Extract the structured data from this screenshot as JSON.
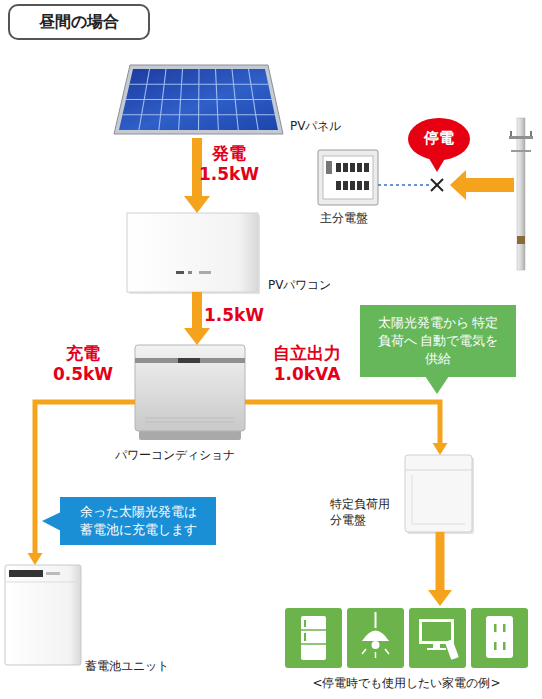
{
  "diagram": {
    "title": "昼間の場合",
    "nodes": [
      {
        "text": [
          "PVパネル"
        ]
      },
      {
        "text": [
          "PVパワコン"
        ]
      },
      {
        "text": [
          "パワーコンディショナ"
        ]
      },
      {
        "text": [
          "蓄電池ユニット"
        ]
      },
      {
        "text": [
          "特定負荷用分電盤"
        ]
      },
      {
        "text": [
          "<停電時でも使用したい家電の例>"
        ]
      },
      {
        "text": [
          "主分電盤"
        ]
      },
      {
        "text": [
          "停電"
        ]
      },
      {
        "text": [
          "太陽光発電から 特定負荷へ 自動で電気を供給"
        ]
      },
      {
        "text": [
          "余った太陽光発電は 蓄電池に充電します"
        ]
      }
    ],
    "edges": [
      {
        "from": 0,
        "to": 1,
        "label": "発電 1.5kW",
        "arrow": "to"
      },
      {
        "from": 1,
        "to": 2,
        "label": "1.5kW",
        "arrow": "to"
      },
      {
        "from": 2,
        "to": 3,
        "label": "充電 0.5kW",
        "arrow": "to"
      },
      {
        "from": 2,
        "to": 4,
        "label": "自立出力 1.0kVA",
        "arrow": "to"
      },
      {
        "from": 4,
        "to": 5,
        "arrow": "to"
      }
    ]
  }
}
